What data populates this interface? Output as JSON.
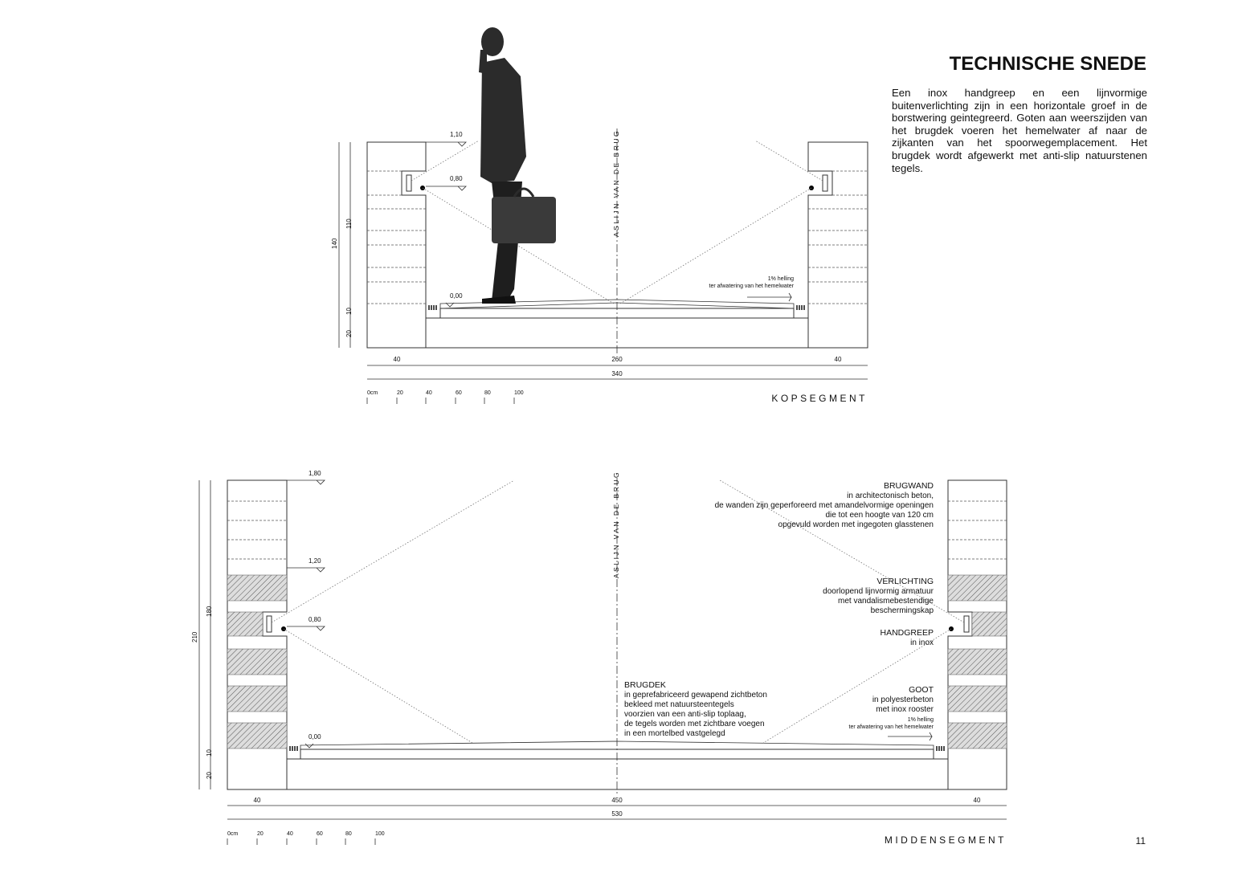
{
  "header": {
    "title": "TECHNISCHE SNEDE",
    "description": "Een inox handgreep en een lijnvormige buitenverlichting zijn in een horizontale groef in de borstwering geintegreerd. Goten aan weerszijden van het brugdek voeren het hemelwater af naar de zijkanten van het spoorwegemplacement. Het brugdek wordt afgewerkt met anti-slip natuurstenen tegels."
  },
  "page_number": "11",
  "axis_label": "ASLIJN VAN DE BRUG",
  "kopsegment": {
    "name": "KOPSEGMENT",
    "levels": [
      "1,10",
      "0,80",
      "0,00"
    ],
    "vdims": [
      "140",
      "110",
      "10",
      "20"
    ],
    "hdims": [
      "40",
      "260",
      "40",
      "340"
    ],
    "slope": [
      "1% helling",
      "ter afwatering van het hemelwater"
    ],
    "scale": [
      "0cm",
      "20",
      "40",
      "60",
      "80",
      "100"
    ]
  },
  "middensegment": {
    "name": "MIDDENSEGMENT",
    "levels": [
      "1,80",
      "1,20",
      "0,80",
      "0,00"
    ],
    "vdims": [
      "210",
      "180",
      "10",
      "20"
    ],
    "hdims": [
      "40",
      "450",
      "40",
      "530"
    ],
    "scale": [
      "0cm",
      "20",
      "40",
      "60",
      "80",
      "100"
    ],
    "brugwand": [
      "BRUGWAND",
      "in architectonisch beton,",
      "de wanden zijn geperforeerd met amandelvormige openingen",
      "die tot een hoogte van 120 cm",
      "opgevuld worden met ingegoten glasstenen"
    ],
    "verlichting": [
      "VERLICHTING",
      "doorlopend lijnvormig armatuur",
      "met vandalismebestendige",
      "beschermingskap"
    ],
    "handgreep": [
      "HANDGREEP",
      "in inox"
    ],
    "goot": [
      "GOOT",
      "in polyesterbeton",
      "met inox rooster",
      "1% helling",
      "ter afwatering van het hemelwater"
    ],
    "brugdek": [
      "BRUGDEK",
      "in geprefabriceerd gewapend zichtbeton",
      "bekleed met natuursteentegels",
      "voorzien van een anti-slip toplaag,",
      "de tegels worden met zichtbare voegen",
      "in een mortelbed vastgelegd"
    ]
  }
}
